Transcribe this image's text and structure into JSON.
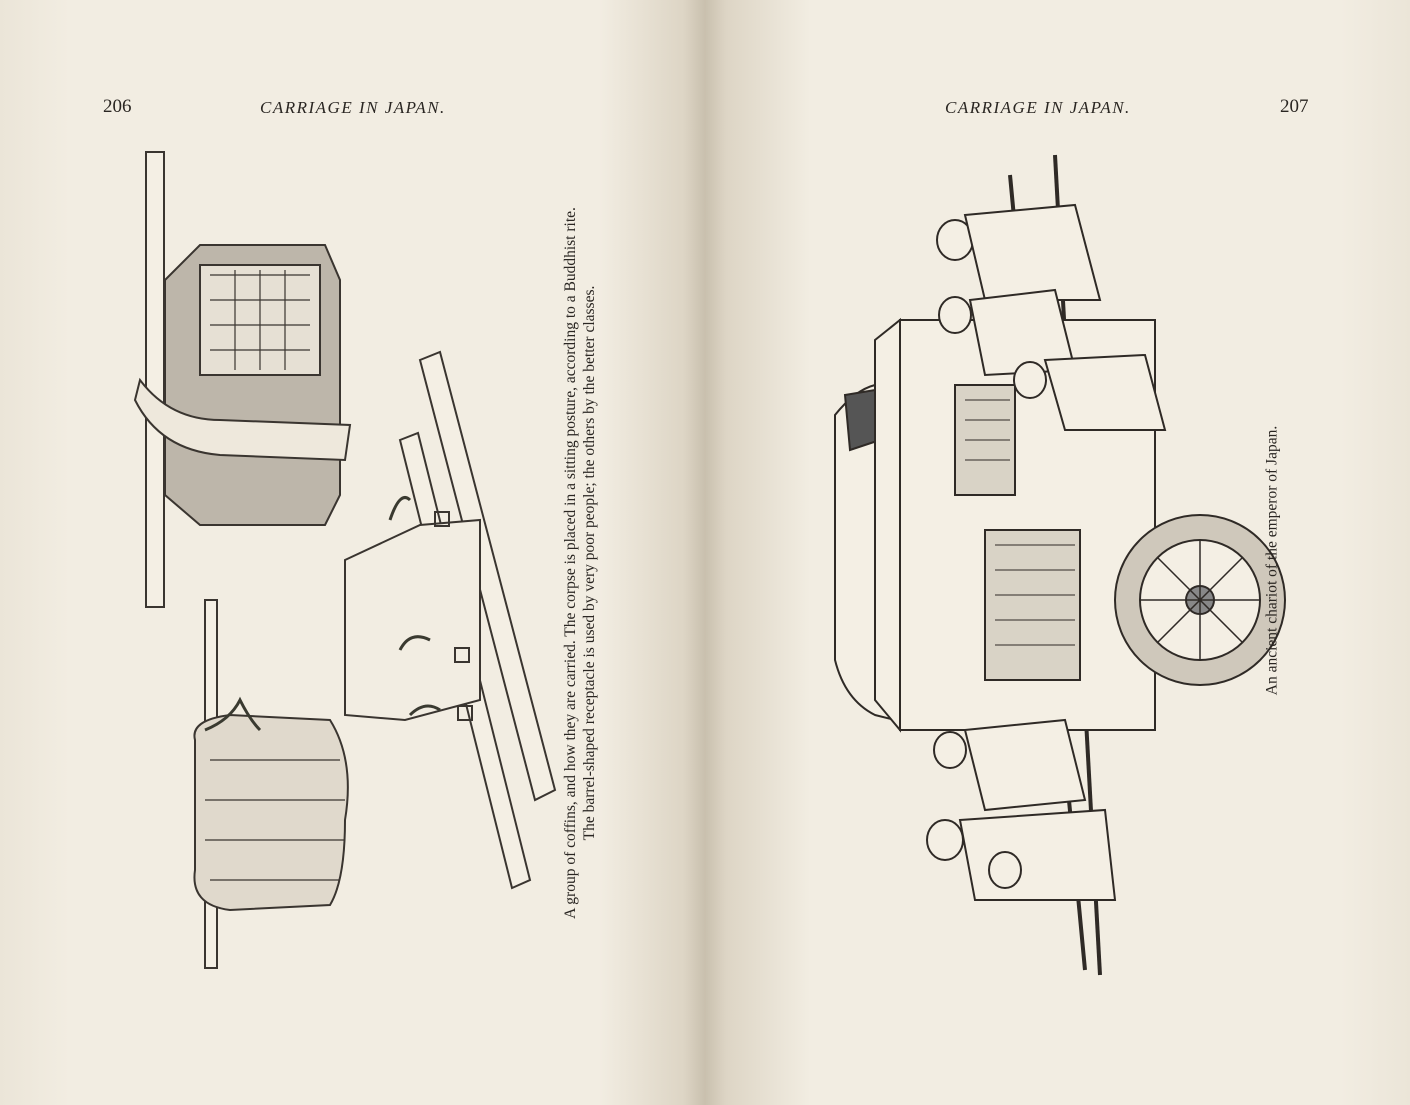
{
  "left_page": {
    "page_number": "206",
    "running_head": "CARRIAGE IN JAPAN.",
    "caption_line1": "A group of coffins, and how they are carried.   The corpse is placed in a sitting posture, according to a Buddhist rite.",
    "caption_line2": "The barrel-shaped receptacle is used by very poor people;  the others by the better classes."
  },
  "right_page": {
    "page_number": "207",
    "running_head": "CARRIAGE IN JAPAN.",
    "caption": "An ancient chariot of the emperor of Japan."
  }
}
